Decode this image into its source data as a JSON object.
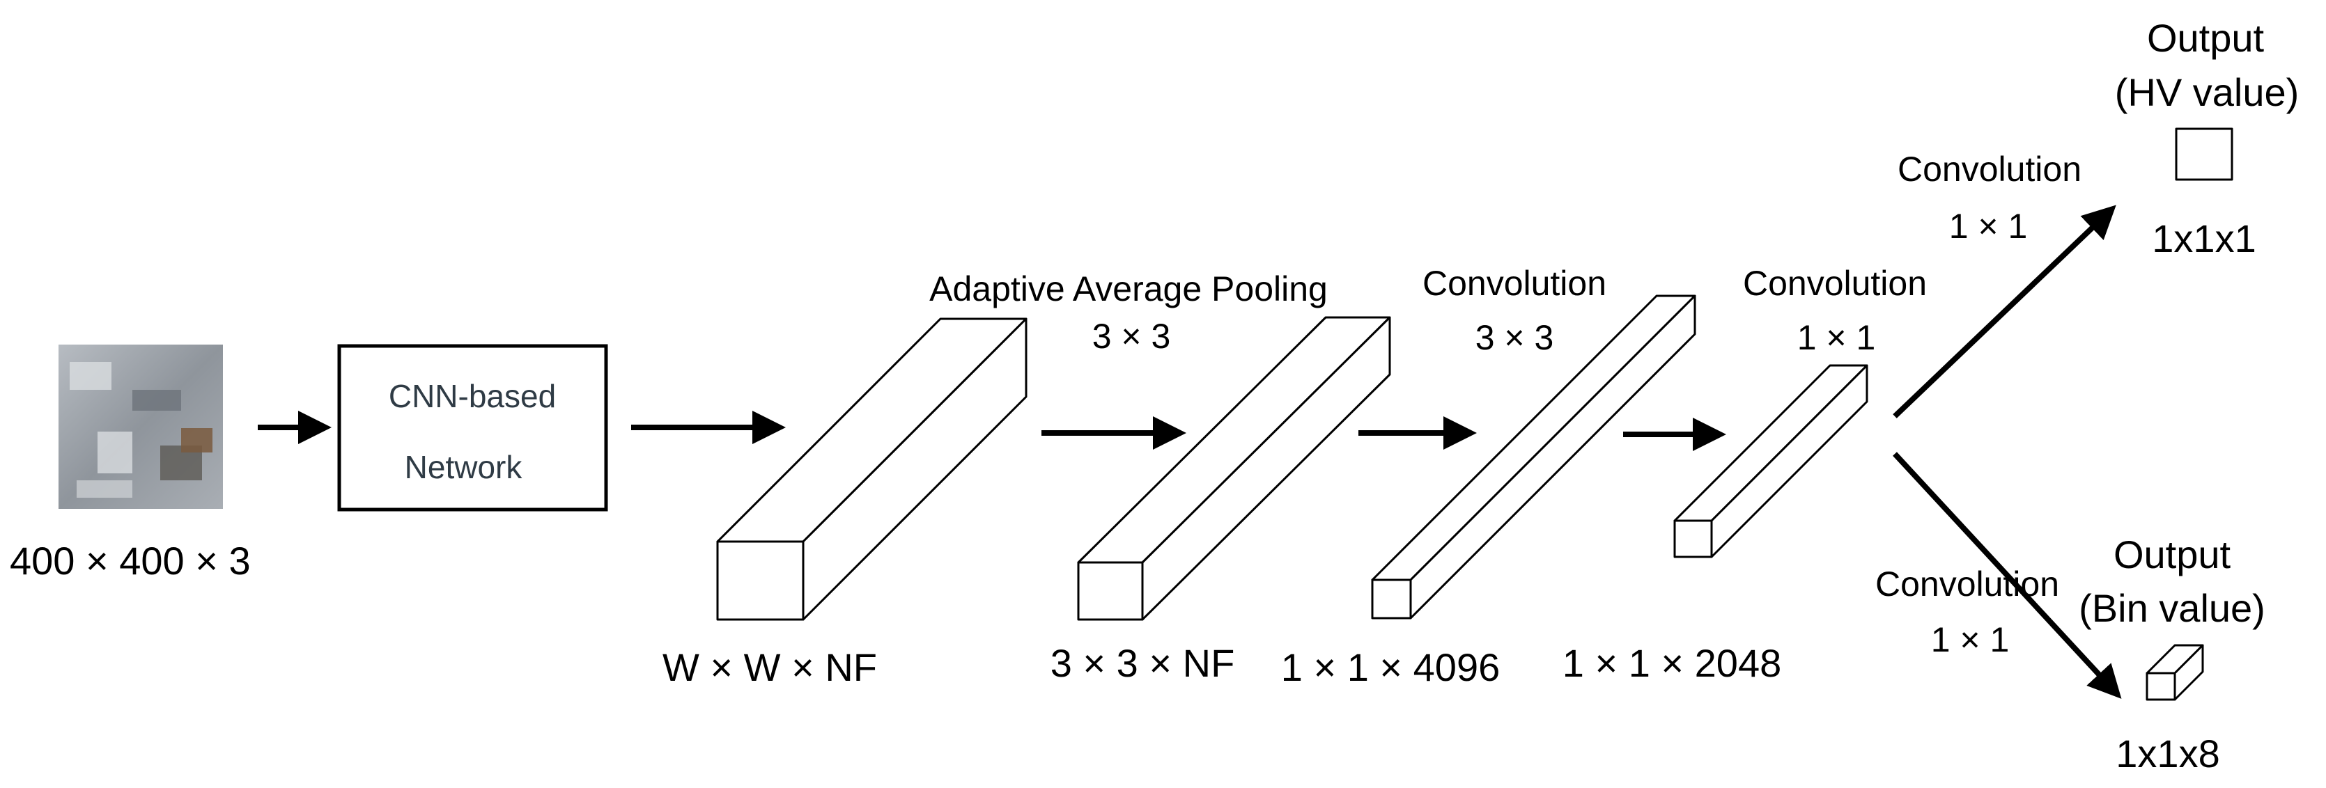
{
  "input": {
    "size_label": "400 × 400 × 3"
  },
  "network": {
    "line1": "CNN-based",
    "line2": "Network"
  },
  "stages": [
    {
      "top_label": "",
      "top_label2": "",
      "bottom_label": "W × W × NF"
    },
    {
      "top_label": "Adaptive Average Pooling",
      "top_label2": "3 × 3",
      "bottom_label": "3 × 3 × NF"
    },
    {
      "top_label": "Convolution",
      "top_label2": "3 × 3",
      "bottom_label": "1 × 1 × 4096"
    },
    {
      "top_label": "Convolution",
      "top_label2": "1 × 1",
      "bottom_label": "1 × 1 × 2048"
    }
  ],
  "branches": {
    "upper": {
      "conv_label": "Convolution",
      "conv_size": "1 × 1",
      "output_title": "Output",
      "output_subtitle": "(HV value)",
      "output_size": "1x1x1"
    },
    "lower": {
      "conv_label": "Convolution",
      "conv_size": "1 × 1",
      "output_title": "Output",
      "output_subtitle": "(Bin value)",
      "output_size": "1x1x8"
    }
  },
  "colors": {
    "stroke": "#000000",
    "background": "#ffffff",
    "network_text": "#2f3b45"
  }
}
